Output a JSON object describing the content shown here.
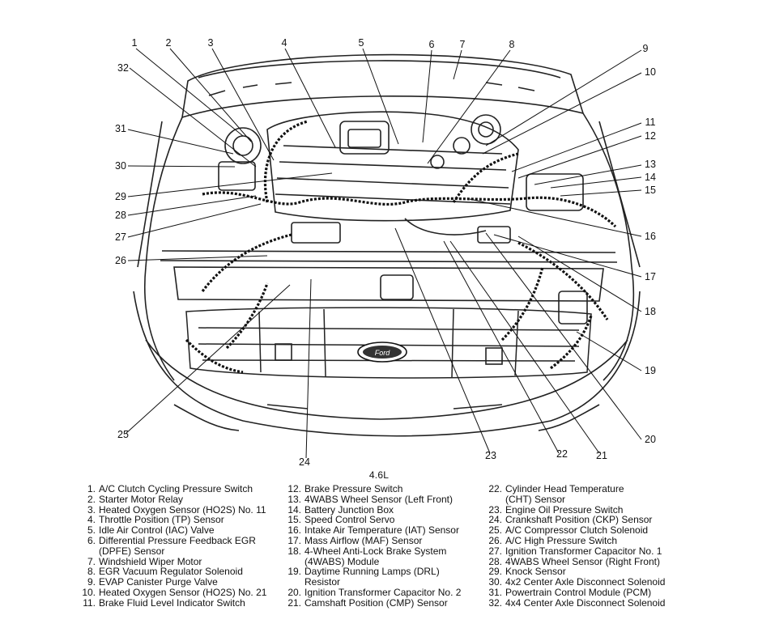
{
  "engine_label": "4.6L",
  "callout_numbers": [
    "1",
    "2",
    "3",
    "4",
    "5",
    "6",
    "7",
    "8",
    "9",
    "10",
    "11",
    "12",
    "13",
    "14",
    "15",
    "16",
    "17",
    "18",
    "19",
    "20",
    "21",
    "22",
    "23",
    "24",
    "25",
    "26",
    "27",
    "28",
    "29",
    "30",
    "31",
    "32"
  ],
  "legend": {
    "col1": [
      {
        "num": "1.",
        "lines": [
          "A/C Clutch Cycling Pressure Switch"
        ]
      },
      {
        "num": "2.",
        "lines": [
          "Starter Motor Relay"
        ]
      },
      {
        "num": "3.",
        "lines": [
          "Heated Oxygen Sensor (HO2S) No. 11"
        ]
      },
      {
        "num": "4.",
        "lines": [
          "Throttle Position (TP) Sensor"
        ]
      },
      {
        "num": "5.",
        "lines": [
          "Idle Air Control (IAC) Valve"
        ]
      },
      {
        "num": "6.",
        "lines": [
          "Differential Pressure Feedback EGR",
          "(DPFE) Sensor"
        ]
      },
      {
        "num": "7.",
        "lines": [
          "Windshield Wiper Motor"
        ]
      },
      {
        "num": "8.",
        "lines": [
          "EGR Vacuum Regulator Solenoid"
        ]
      },
      {
        "num": "9.",
        "lines": [
          "EVAP Canister Purge Valve"
        ]
      },
      {
        "num": "10.",
        "lines": [
          "Heated Oxygen Sensor (HO2S) No. 21"
        ]
      },
      {
        "num": "11.",
        "lines": [
          "Brake Fluid Level Indicator Switch"
        ]
      }
    ],
    "col2": [
      {
        "num": "12.",
        "lines": [
          "Brake Pressure Switch"
        ]
      },
      {
        "num": "13.",
        "lines": [
          "4WABS Wheel Sensor (Left Front)"
        ]
      },
      {
        "num": "14.",
        "lines": [
          "Battery Junction Box"
        ]
      },
      {
        "num": "15.",
        "lines": [
          "Speed Control Servo"
        ]
      },
      {
        "num": "16.",
        "lines": [
          "Intake Air Temperature (IAT) Sensor"
        ]
      },
      {
        "num": "17.",
        "lines": [
          "Mass Airflow (MAF) Sensor"
        ]
      },
      {
        "num": "18.",
        "lines": [
          "4-Wheel Anti-Lock Brake System",
          "(4WABS) Module"
        ]
      },
      {
        "num": "19.",
        "lines": [
          "Daytime Running Lamps (DRL)",
          "Resistor"
        ]
      },
      {
        "num": "20.",
        "lines": [
          "Ignition Transformer Capacitor No. 2"
        ]
      },
      {
        "num": "21.",
        "lines": [
          "Camshaft Position (CMP) Sensor"
        ]
      }
    ],
    "col3": [
      {
        "num": "22.",
        "lines": [
          "Cylinder Head Temperature",
          "(CHT) Sensor"
        ]
      },
      {
        "num": "23.",
        "lines": [
          "Engine Oil Pressure Switch"
        ]
      },
      {
        "num": "24.",
        "lines": [
          "Crankshaft Position (CKP) Sensor"
        ]
      },
      {
        "num": "25.",
        "lines": [
          "A/C Compressor Clutch Solenoid"
        ]
      },
      {
        "num": "26.",
        "lines": [
          "A/C High Pressure Switch"
        ]
      },
      {
        "num": "27.",
        "lines": [
          "Ignition Transformer Capacitor No. 1"
        ]
      },
      {
        "num": "28.",
        "lines": [
          "4WABS Wheel Sensor (Right Front)"
        ]
      },
      {
        "num": "29.",
        "lines": [
          "Knock Sensor"
        ]
      },
      {
        "num": "30.",
        "lines": [
          "4x2 Center Axle Disconnect Solenoid"
        ]
      },
      {
        "num": "31.",
        "lines": [
          "Powertrain Control Module (PCM)"
        ]
      },
      {
        "num": "32.",
        "lines": [
          "4x4 Center Axle Disconnect Solenoid"
        ]
      }
    ]
  }
}
